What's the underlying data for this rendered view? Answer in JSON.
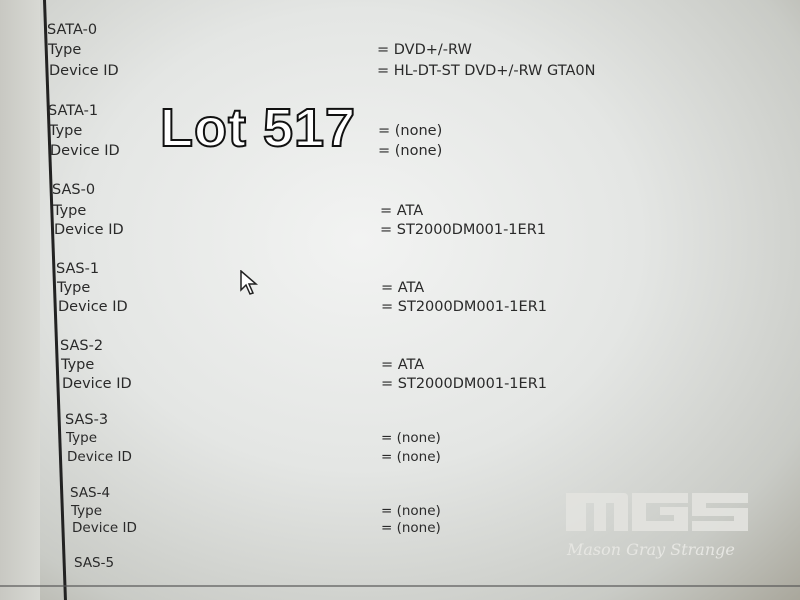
{
  "overlay": {
    "lot_label": "Lot 517"
  },
  "watermark": {
    "logo": "MGS",
    "company": "Mason Gray Strange"
  },
  "devices": [
    {
      "name": "SATA-0",
      "type_label": "Type",
      "type_value": "= DVD+/-RW",
      "id_label": "Device ID",
      "id_value": "= HL-DT-ST DVD+/-RW GTA0N"
    },
    {
      "name": "SATA-1",
      "type_label": "Type",
      "type_value": "= (none)",
      "id_label": "Device ID",
      "id_value": "= (none)"
    },
    {
      "name": "SAS-0",
      "type_label": "Type",
      "type_value": "= ATA",
      "id_label": "Device ID",
      "id_value": "= ST2000DM001-1ER1"
    },
    {
      "name": "SAS-1",
      "type_label": "Type",
      "type_value": "= ATA",
      "id_label": "Device ID",
      "id_value": "= ST2000DM001-1ER1"
    },
    {
      "name": "SAS-2",
      "type_label": "Type",
      "type_value": "= ATA",
      "id_label": "Device ID",
      "id_value": "= ST2000DM001-1ER1"
    },
    {
      "name": "SAS-3",
      "type_label": "Type",
      "type_value": "= (none)",
      "id_label": "Device ID",
      "id_value": "= (none)"
    },
    {
      "name": "SAS-4",
      "type_label": "Type",
      "type_value": "= (none)",
      "id_label": "Device ID",
      "id_value": "= (none)"
    },
    {
      "name": "SAS-5"
    }
  ]
}
